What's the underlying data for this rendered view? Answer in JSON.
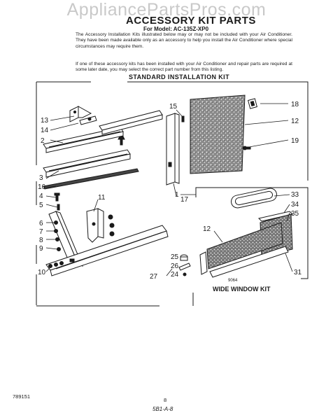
{
  "watermark": "AppliancePartsPros.com",
  "header": {
    "title": "ACCESSORY KIT PARTS",
    "subtitle": "For Model: AC-135Z-XP0"
  },
  "intro": {
    "paragraph1": "The Accessory Installation Kits illustrated below may or may not be included with your Air Conditioner. They have been made available only as an accessory to help you install the Air Conditioner where special circumstances may require them.",
    "paragraph2": "If one of these accessory kits has been installed with your Air Conditioner and repair parts are required at some later date, you may select the correct part number from this listing."
  },
  "standard_kit": {
    "heading": "STANDARD INSTALLATION KIT",
    "callouts": [
      "13",
      "14",
      "2",
      "3",
      "16",
      "4",
      "5",
      "6",
      "7",
      "8",
      "9",
      "10",
      "11",
      "15",
      "17",
      "18",
      "12",
      "19",
      "25",
      "26",
      "24",
      "27"
    ]
  },
  "wide_kit": {
    "label": "WIDE WINDOW KIT",
    "code": "9064",
    "callouts": [
      "1",
      "33",
      "34",
      "35",
      "12",
      "31"
    ]
  },
  "footer": {
    "left": "789151",
    "page": "8",
    "code": "5B1-A-8"
  }
}
